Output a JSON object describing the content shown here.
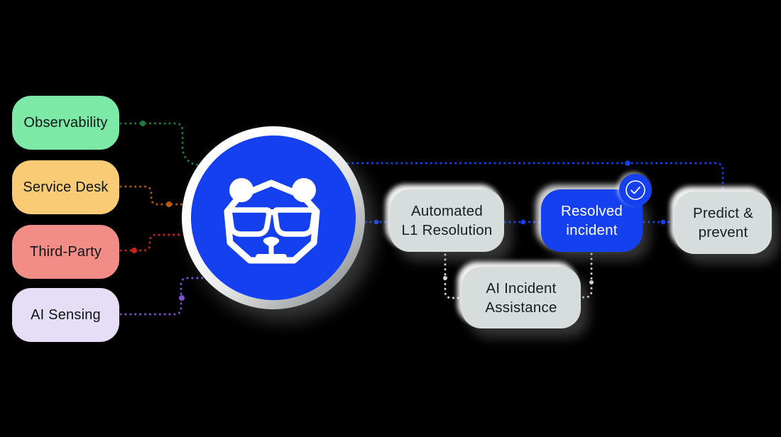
{
  "sources": [
    {
      "label": "Observability",
      "bg": "#7de9a6",
      "line_color": "#1f7a40"
    },
    {
      "label": "Service Desk",
      "bg": "#f8cb74",
      "line_color": "#b3590f"
    },
    {
      "label": "Third-Party",
      "bg": "#f28c86",
      "line_color": "#c8241e"
    },
    {
      "label": "AI Sensing",
      "bg": "#e6ddf6",
      "line_color": "#7a52cc"
    }
  ],
  "hub": {
    "icon": "bigpanda-panda-logo",
    "bg": "#1540f0",
    "line_color": "#1540f0"
  },
  "flow_nodes": {
    "automated": {
      "line1": "Automated",
      "line2": "L1 Resolution",
      "bg": "#d7dddd"
    },
    "resolved": {
      "line1": "Resolved",
      "line2": "incident",
      "bg": "#1540f0",
      "badge_icon": "check"
    },
    "predict": {
      "line1": "Predict &",
      "line2": "prevent",
      "bg": "#d7dddd"
    },
    "assistance": {
      "line1": "AI Incident",
      "line2": "Assistance",
      "bg": "#d7dddd"
    }
  },
  "colors": {
    "background": "#000000",
    "assist_line_gray": "#cfd6d6",
    "box_text_dark": "#0d1616",
    "box_text_light": "#ffffff"
  }
}
